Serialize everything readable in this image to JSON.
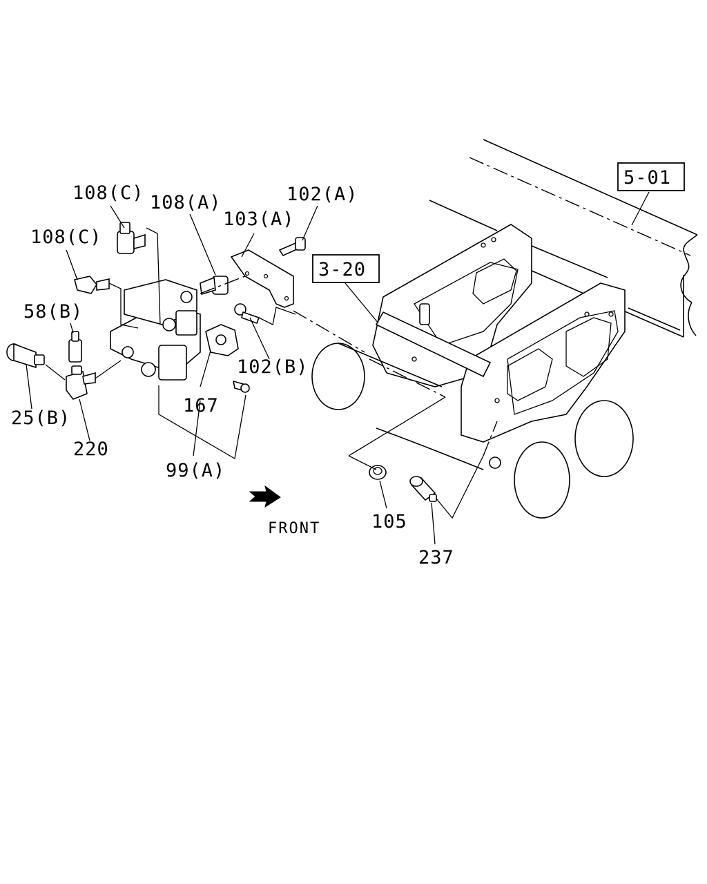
{
  "labels": {
    "p108c_top": "108(C)",
    "p108a": "108(A)",
    "p102a": "102(A)",
    "p103a": "103(A)",
    "p108c_left": "108(C)",
    "p58b": "58(B)",
    "p102b": "102(B)",
    "p25b": "25(B)",
    "p167": "167",
    "p220": "220",
    "p99a": "99(A)",
    "p105": "105",
    "p237": "237",
    "ref_5_01": "5-01",
    "ref_3_20": "3-20",
    "front": "FRONT"
  }
}
